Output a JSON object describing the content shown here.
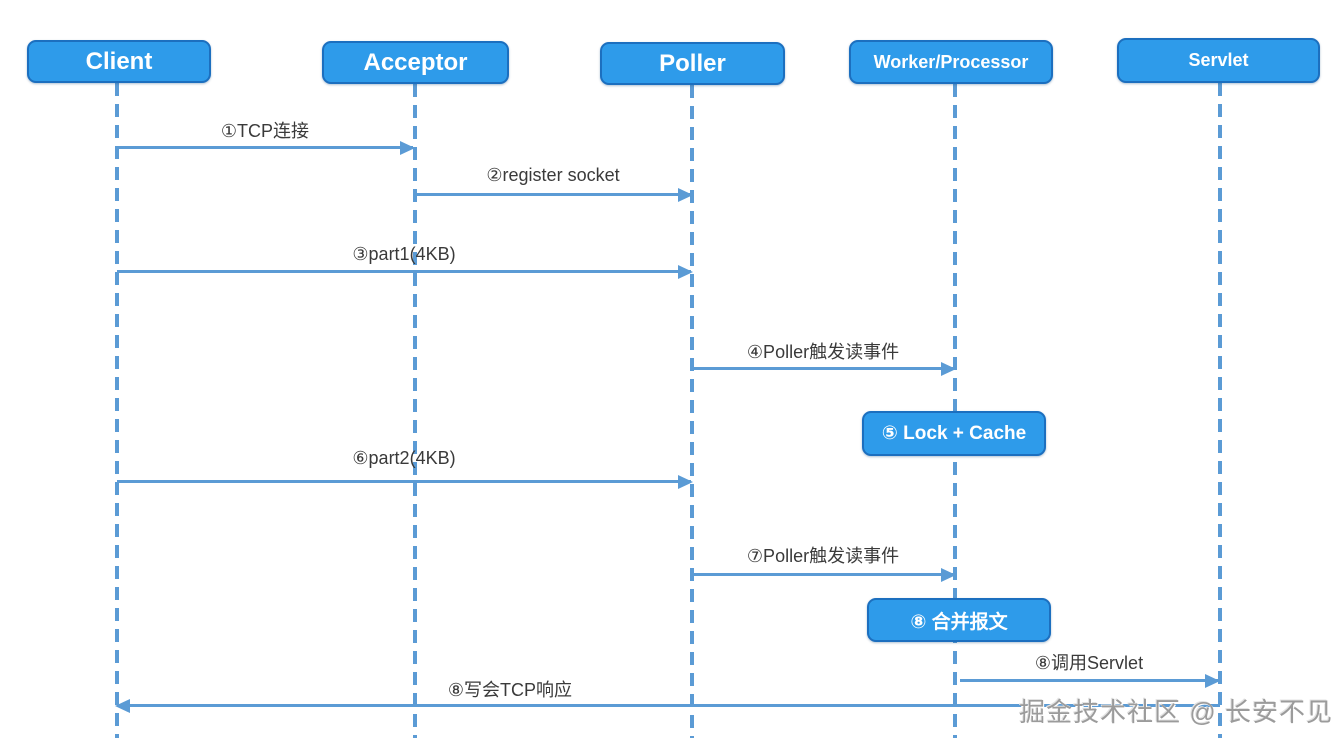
{
  "diagram": {
    "type": "sequence-diagram",
    "actors": [
      {
        "id": "client",
        "label": "Client"
      },
      {
        "id": "acceptor",
        "label": "Acceptor"
      },
      {
        "id": "poller",
        "label": "Poller"
      },
      {
        "id": "worker",
        "label": "Worker/Processor"
      },
      {
        "id": "servlet",
        "label": "Servlet"
      }
    ],
    "messages": [
      {
        "label": "①TCP连接",
        "from": "Client",
        "to": "Acceptor"
      },
      {
        "label": "②register socket",
        "from": "Acceptor",
        "to": "Poller"
      },
      {
        "label": "③part1(4KB)",
        "from": "Client",
        "to": "Poller"
      },
      {
        "label": "④Poller触发读事件",
        "from": "Poller",
        "to": "Worker/Processor"
      },
      {
        "label": "⑥part2(4KB)",
        "from": "Client",
        "to": "Poller"
      },
      {
        "label": "⑦Poller触发读事件",
        "from": "Poller",
        "to": "Worker/Processor"
      },
      {
        "label": "⑧调用Servlet",
        "from": "Worker/Processor",
        "to": "Servlet"
      },
      {
        "label": "⑧写会TCP响应",
        "from": "Servlet",
        "to": "Client"
      }
    ],
    "activations": [
      {
        "label": "⑤ Lock + Cache",
        "on": "Worker/Processor"
      },
      {
        "label": "⑧ 合并报文",
        "on": "Worker/Processor"
      }
    ],
    "watermark": "掘金技术社区 @ 长安不见"
  },
  "colors": {
    "node_fill": "#2e9bea",
    "node_border": "#1c6fbf",
    "line": "#5b9bd5",
    "label_text": "#3a3a3a",
    "watermark_text": "#9b9b9b",
    "background": "#ffffff"
  }
}
